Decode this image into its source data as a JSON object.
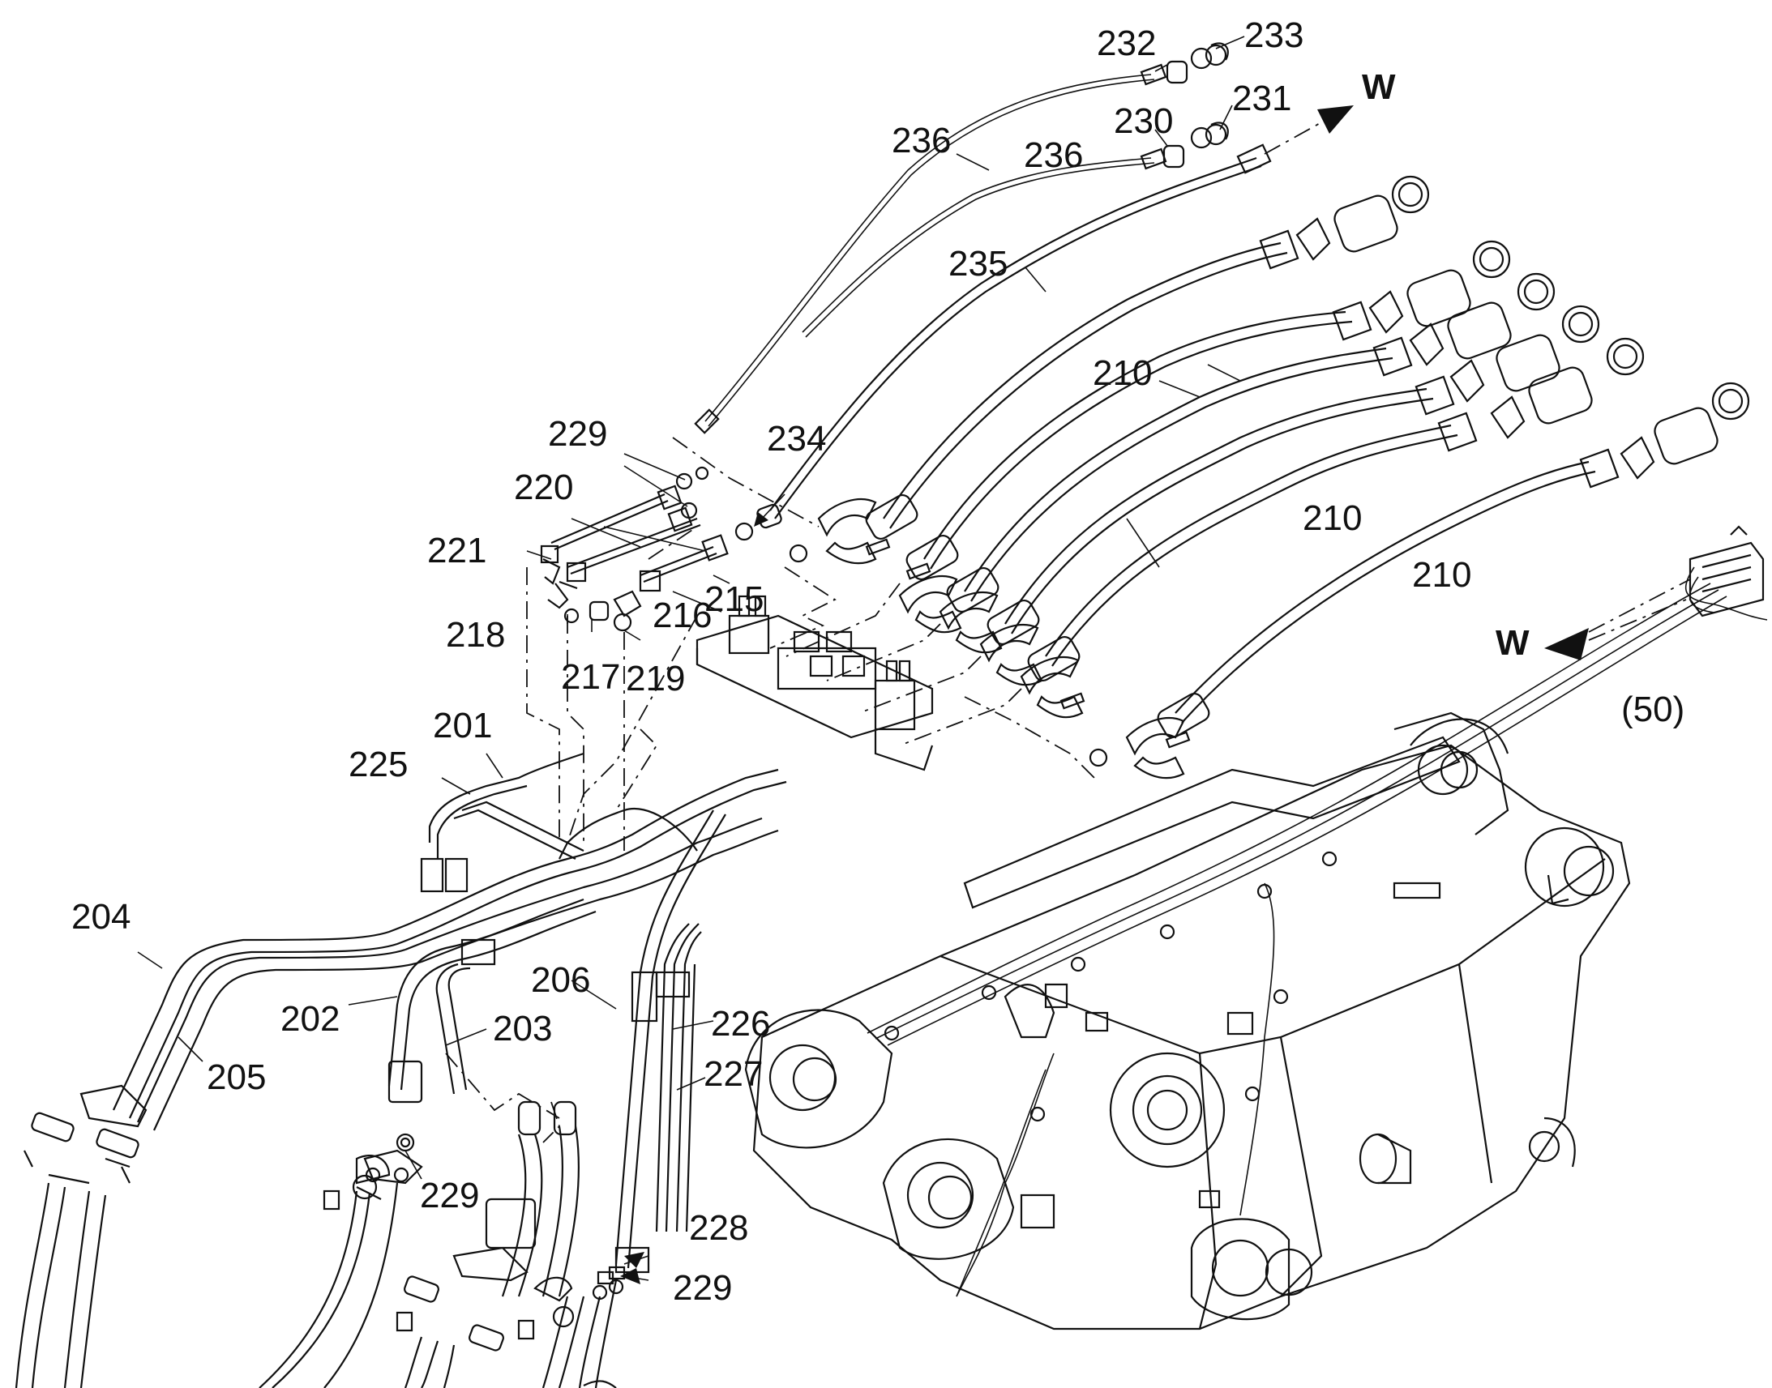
{
  "diagram": {
    "labels": [
      {
        "id": "l232",
        "text": "232"
      },
      {
        "id": "l233",
        "text": "233"
      },
      {
        "id": "l231",
        "text": "231"
      },
      {
        "id": "lW1",
        "text": "W"
      },
      {
        "id": "l230",
        "text": "230"
      },
      {
        "id": "l236a",
        "text": "236"
      },
      {
        "id": "l236b",
        "text": "236"
      },
      {
        "id": "l235",
        "text": "235"
      },
      {
        "id": "l210a",
        "text": "210"
      },
      {
        "id": "l210b",
        "text": "210"
      },
      {
        "id": "l210c",
        "text": "210"
      },
      {
        "id": "l229a",
        "text": "229"
      },
      {
        "id": "l234",
        "text": "234"
      },
      {
        "id": "l220",
        "text": "220"
      },
      {
        "id": "l221",
        "text": "221"
      },
      {
        "id": "l215",
        "text": "215"
      },
      {
        "id": "l216",
        "text": "216"
      },
      {
        "id": "l218",
        "text": "218"
      },
      {
        "id": "l217",
        "text": "217"
      },
      {
        "id": "l219",
        "text": "219"
      },
      {
        "id": "l201",
        "text": "201"
      },
      {
        "id": "l225",
        "text": "225"
      },
      {
        "id": "lW2",
        "text": "W"
      },
      {
        "id": "l50",
        "text": "(50)"
      },
      {
        "id": "l204",
        "text": "204"
      },
      {
        "id": "l206",
        "text": "206"
      },
      {
        "id": "l202",
        "text": "202"
      },
      {
        "id": "l203",
        "text": "203"
      },
      {
        "id": "l226",
        "text": "226"
      },
      {
        "id": "l205",
        "text": "205"
      },
      {
        "id": "l227",
        "text": "227"
      },
      {
        "id": "l229b",
        "text": "229"
      },
      {
        "id": "l228",
        "text": "228"
      },
      {
        "id": "l229c",
        "text": "229"
      }
    ]
  }
}
